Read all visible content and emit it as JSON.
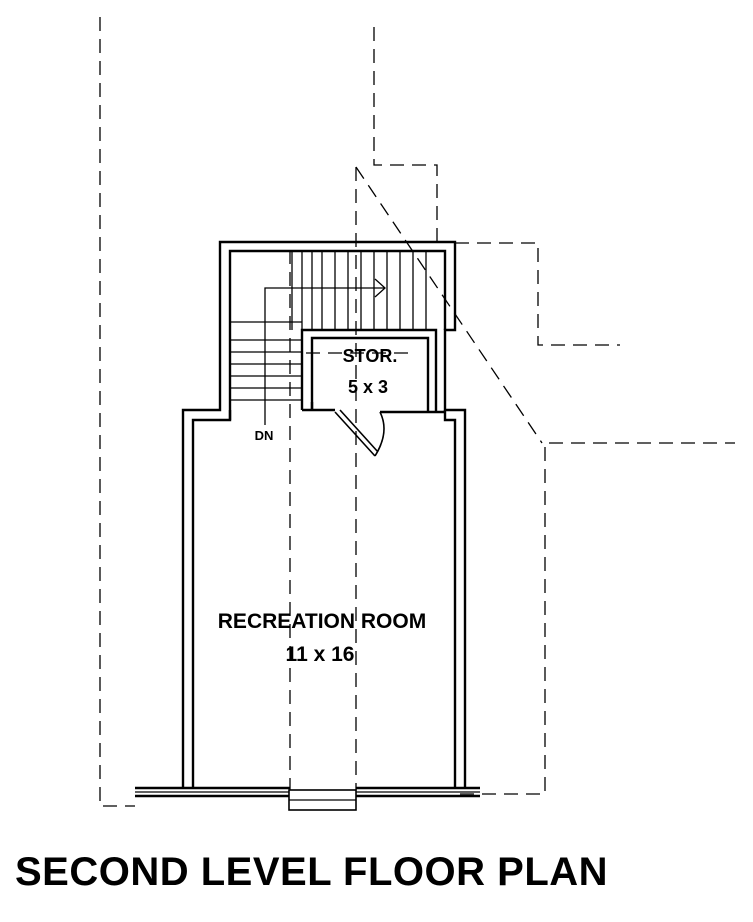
{
  "title": "SECOND LEVEL FLOOR PLAN",
  "rooms": {
    "recreation": {
      "name": "RECREATION ROOM",
      "size": "11 x 16"
    },
    "storage": {
      "name": "STOR.",
      "size": "5 x 3"
    }
  },
  "stair_label": "DN",
  "colors": {
    "line": "#000000",
    "background": "#ffffff"
  }
}
